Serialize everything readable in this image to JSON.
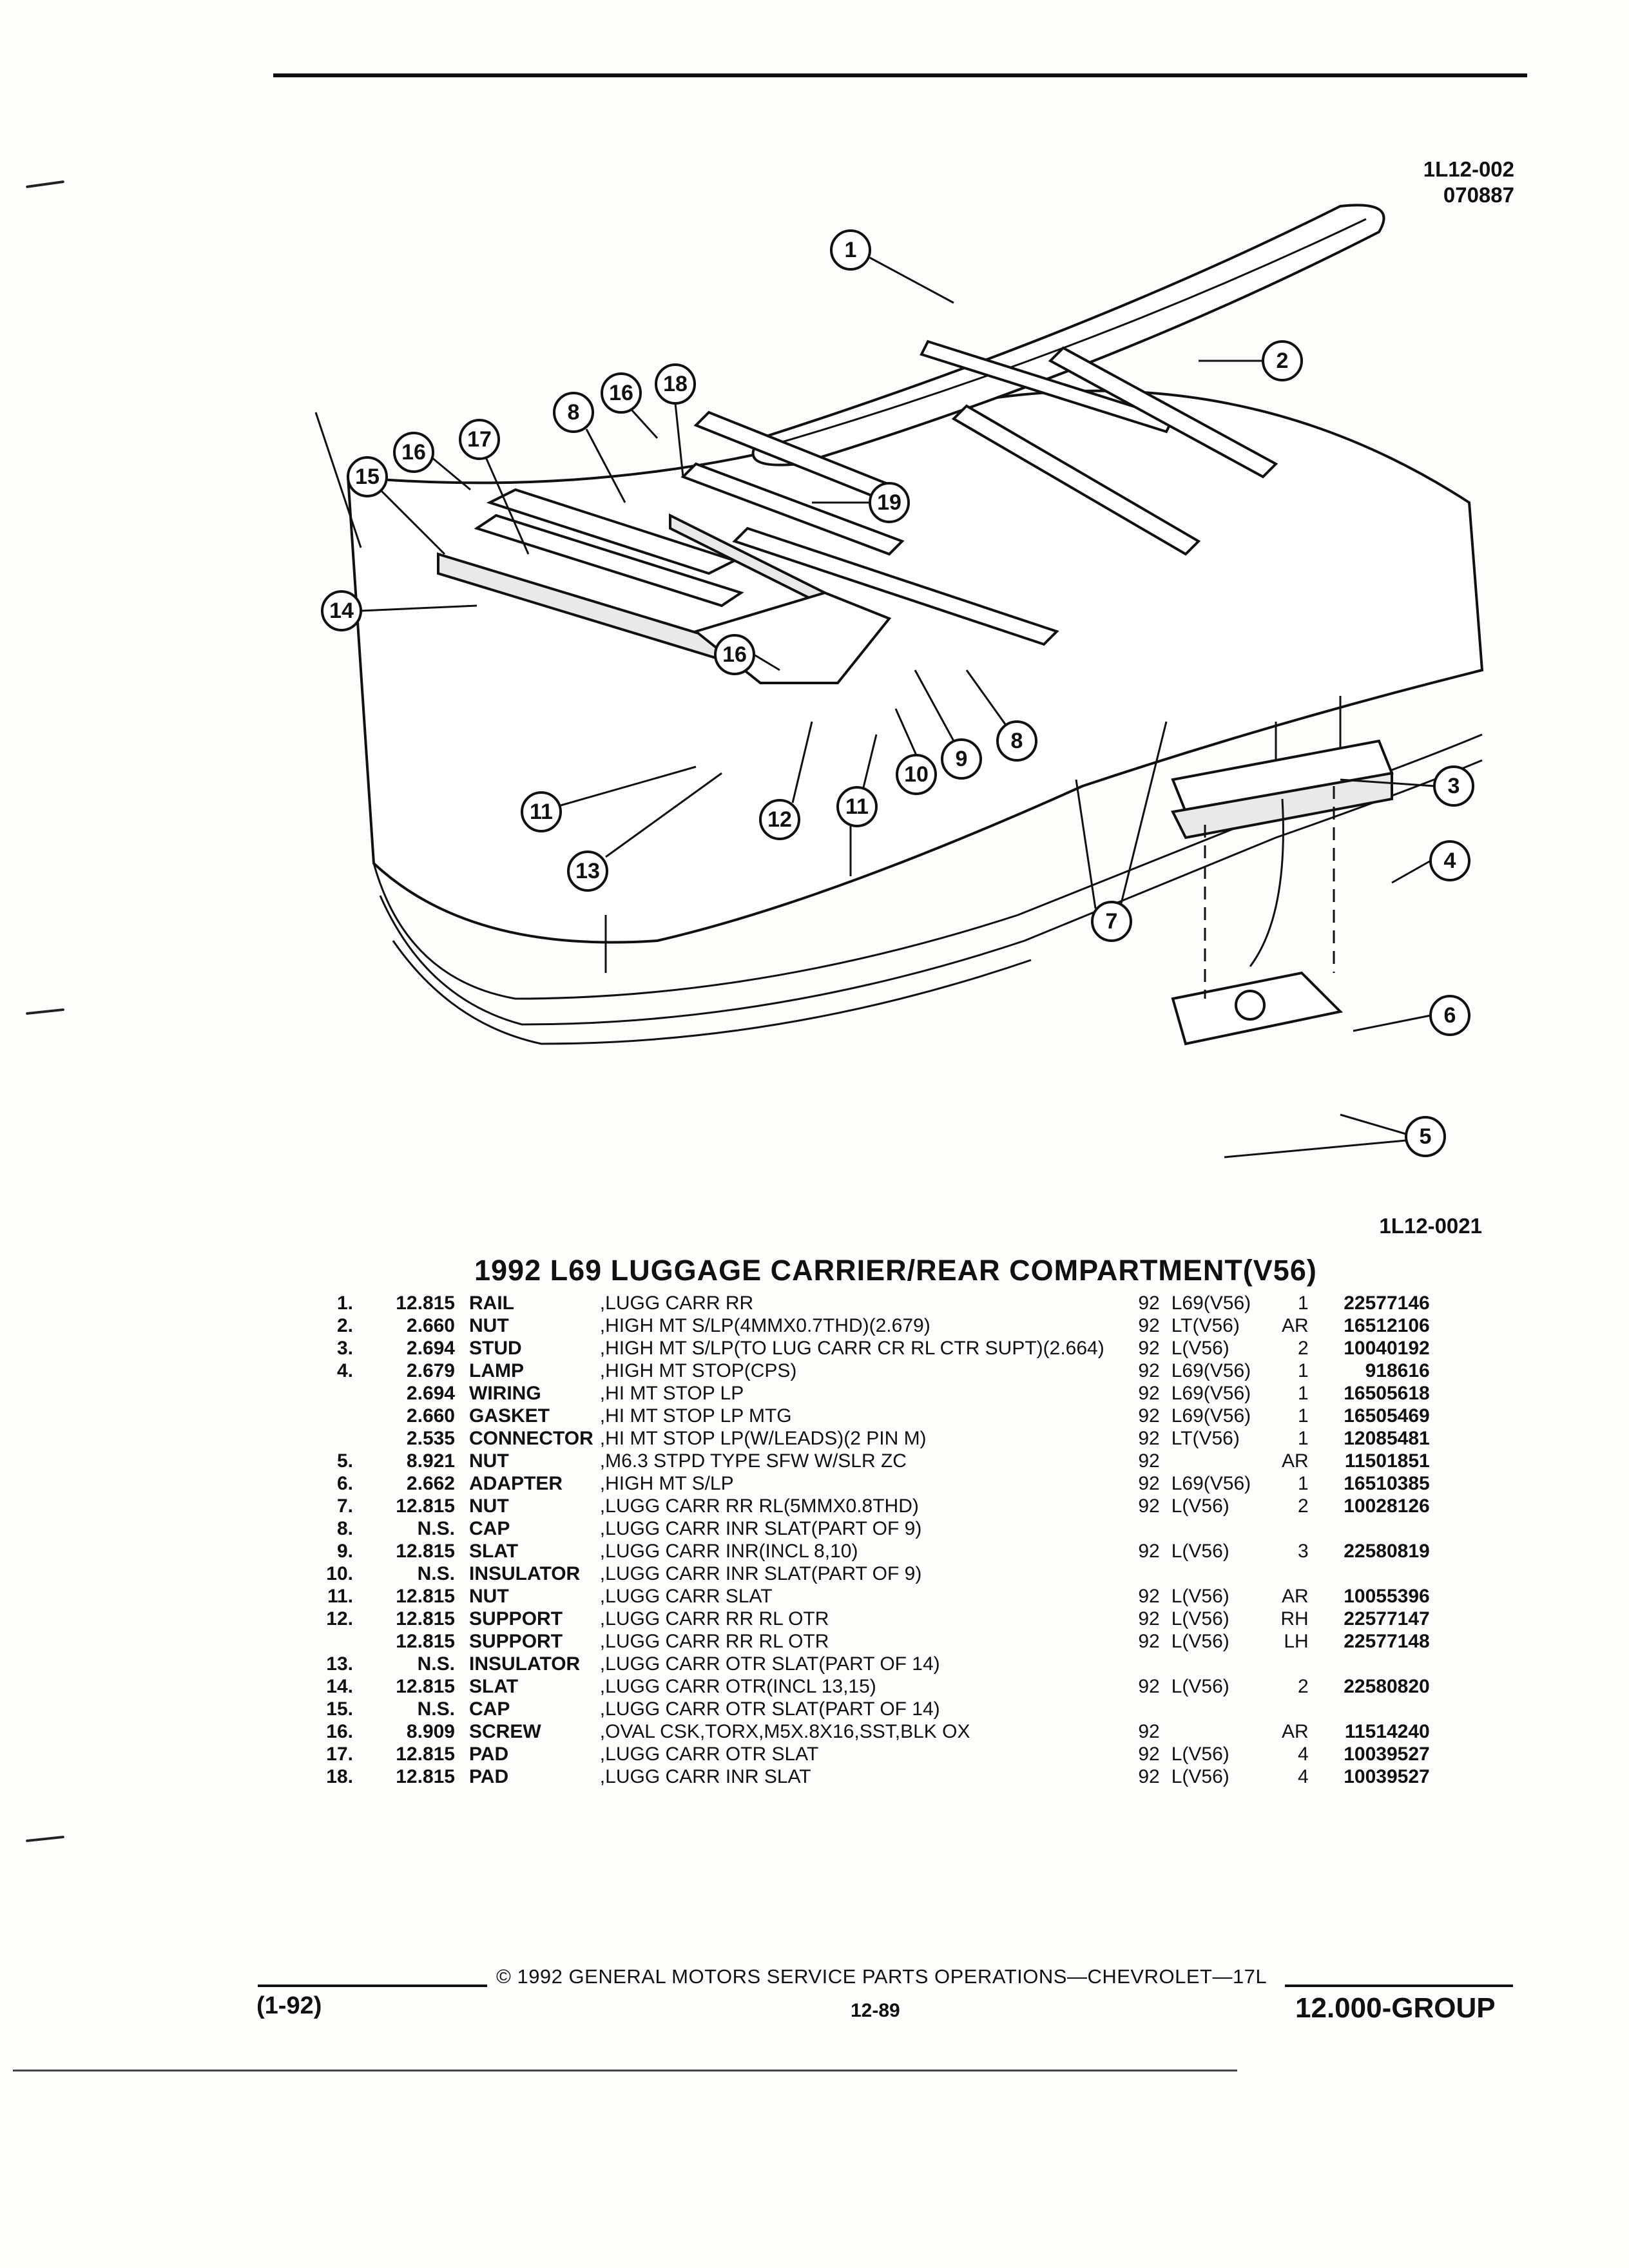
{
  "header": {
    "figure_code": "1L12-002",
    "figure_date": "070887",
    "figure_code_bottom": "1L12-0021"
  },
  "title": "1992 L69 LUGGAGE CARRIER/REAR COMPARTMENT(V56)",
  "parts": [
    {
      "idx": "1.",
      "grp": "12.815",
      "name": "RAIL",
      "desc": ",LUGG CARR RR",
      "yr": "92",
      "usage": "L69(V56)",
      "qty": "1",
      "pn": "22577146"
    },
    {
      "idx": "2.",
      "grp": "2.660",
      "name": "NUT",
      "desc": ",HIGH MT S/LP(4MMX0.7THD)(2.679)",
      "yr": "92",
      "usage": "LT(V56)",
      "qty": "AR",
      "pn": "16512106"
    },
    {
      "idx": "3.",
      "grp": "2.694",
      "name": "STUD",
      "desc": ",HIGH MT S/LP(TO LUG CARR CR RL CTR SUPT)(2.664)",
      "yr": "92",
      "usage": "L(V56)",
      "qty": "2",
      "pn": "10040192"
    },
    {
      "idx": "4.",
      "grp": "2.679",
      "name": "LAMP",
      "desc": ",HIGH MT STOP(CPS)",
      "yr": "92",
      "usage": "L69(V56)",
      "qty": "1",
      "pn": "918616"
    },
    {
      "idx": "",
      "grp": "2.694",
      "name": "WIRING",
      "desc": ",HI MT STOP LP",
      "yr": "92",
      "usage": "L69(V56)",
      "qty": "1",
      "pn": "16505618"
    },
    {
      "idx": "",
      "grp": "2.660",
      "name": "GASKET",
      "desc": ",HI MT STOP LP MTG",
      "yr": "92",
      "usage": "L69(V56)",
      "qty": "1",
      "pn": "16505469"
    },
    {
      "idx": "",
      "grp": "2.535",
      "name": "CONNECTOR",
      "desc": ",HI MT STOP LP(W/LEADS)(2 PIN M)",
      "yr": "92",
      "usage": "LT(V56)",
      "qty": "1",
      "pn": "12085481"
    },
    {
      "idx": "5.",
      "grp": "8.921",
      "name": "NUT",
      "desc": ",M6.3 STPD TYPE SFW W/SLR ZC",
      "yr": "92",
      "usage": "",
      "qty": "AR",
      "pn": "11501851"
    },
    {
      "idx": "6.",
      "grp": "2.662",
      "name": "ADAPTER",
      "desc": ",HIGH MT S/LP",
      "yr": "92",
      "usage": "L69(V56)",
      "qty": "1",
      "pn": "16510385"
    },
    {
      "idx": "7.",
      "grp": "12.815",
      "name": "NUT",
      "desc": ",LUGG CARR RR RL(5MMX0.8THD)",
      "yr": "92",
      "usage": "L(V56)",
      "qty": "2",
      "pn": "10028126"
    },
    {
      "idx": "8.",
      "grp": "N.S.",
      "name": "CAP",
      "desc": ",LUGG CARR INR SLAT(PART OF 9)",
      "yr": "",
      "usage": "",
      "qty": "",
      "pn": ""
    },
    {
      "idx": "9.",
      "grp": "12.815",
      "name": "SLAT",
      "desc": ",LUGG CARR INR(INCL 8,10)",
      "yr": "92",
      "usage": "L(V56)",
      "qty": "3",
      "pn": "22580819"
    },
    {
      "idx": "10.",
      "grp": "N.S.",
      "name": "INSULATOR",
      "desc": ",LUGG CARR INR SLAT(PART OF 9)",
      "yr": "",
      "usage": "",
      "qty": "",
      "pn": ""
    },
    {
      "idx": "11.",
      "grp": "12.815",
      "name": "NUT",
      "desc": ",LUGG CARR SLAT",
      "yr": "92",
      "usage": "L(V56)",
      "qty": "AR",
      "pn": "10055396"
    },
    {
      "idx": "12.",
      "grp": "12.815",
      "name": "SUPPORT",
      "desc": ",LUGG CARR RR RL OTR",
      "yr": "92",
      "usage": "L(V56)",
      "qty": "RH",
      "pn": "22577147"
    },
    {
      "idx": "",
      "grp": "12.815",
      "name": "SUPPORT",
      "desc": ",LUGG CARR RR RL OTR",
      "yr": "92",
      "usage": "L(V56)",
      "qty": "LH",
      "pn": "22577148"
    },
    {
      "idx": "13.",
      "grp": "N.S.",
      "name": "INSULATOR",
      "desc": ",LUGG CARR OTR SLAT(PART OF 14)",
      "yr": "",
      "usage": "",
      "qty": "",
      "pn": ""
    },
    {
      "idx": "14.",
      "grp": "12.815",
      "name": "SLAT",
      "desc": ",LUGG CARR OTR(INCL 13,15)",
      "yr": "92",
      "usage": "L(V56)",
      "qty": "2",
      "pn": "22580820"
    },
    {
      "idx": "15.",
      "grp": "N.S.",
      "name": "CAP",
      "desc": ",LUGG CARR OTR SLAT(PART OF 14)",
      "yr": "",
      "usage": "",
      "qty": "",
      "pn": ""
    },
    {
      "idx": "16.",
      "grp": "8.909",
      "name": "SCREW",
      "desc": ",OVAL CSK,TORX,M5X.8X16,SST,BLK OX",
      "yr": "92",
      "usage": "",
      "qty": "AR",
      "pn": "11514240"
    },
    {
      "idx": "17.",
      "grp": "12.815",
      "name": "PAD",
      "desc": ",LUGG CARR OTR SLAT",
      "yr": "92",
      "usage": "L(V56)",
      "qty": "4",
      "pn": "10039527"
    },
    {
      "idx": "18.",
      "grp": "12.815",
      "name": "PAD",
      "desc": ",LUGG CARR INR SLAT",
      "yr": "92",
      "usage": "L(V56)",
      "qty": "4",
      "pn": "10039527"
    }
  ],
  "callouts": [
    "1",
    "2",
    "3",
    "4",
    "5",
    "6",
    "7",
    "8",
    "8",
    "9",
    "10",
    "11",
    "11",
    "12",
    "13",
    "14",
    "15",
    "16",
    "16",
    "16",
    "17",
    "18",
    "19"
  ],
  "footer": {
    "copyright": "© 1992 GENERAL MOTORS SERVICE PARTS OPERATIONS—CHEVROLET—17L",
    "date_code": "(1-92)",
    "page": "12-89",
    "group": "12.000-GROUP"
  }
}
